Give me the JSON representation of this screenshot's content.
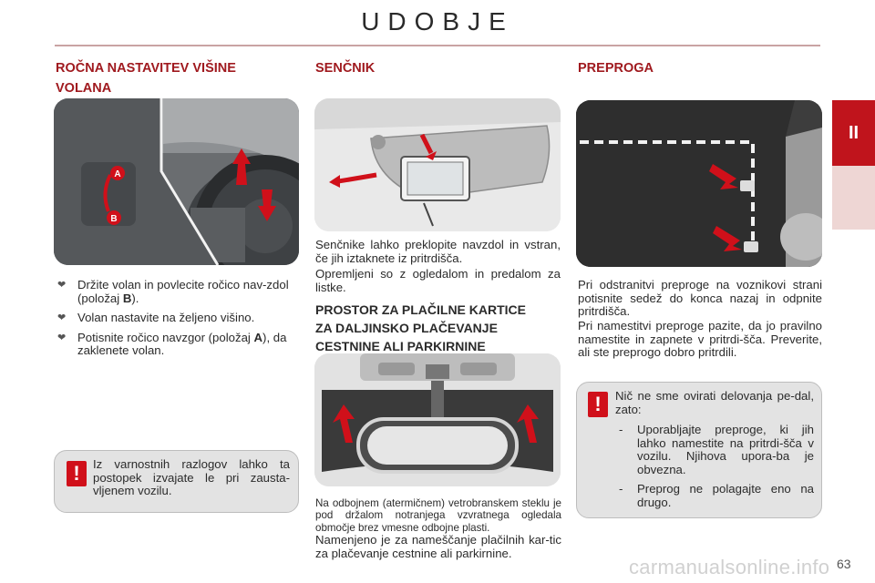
{
  "header": {
    "title": "UDOBJE",
    "chapter": "II",
    "page_number": "63"
  },
  "col1": {
    "heading_line1": "ROČNA NASTAVITEV VIŠINE",
    "heading_line2": "VOLANA",
    "marker_a": "A",
    "marker_b": "B",
    "bullets": [
      {
        "pre": "Držite volan in povlecite ročico nav-zdol (položaj ",
        "bold": "B",
        "post": ")."
      },
      {
        "pre": "Volan nastavite na željeno višino.",
        "bold": "",
        "post": ""
      },
      {
        "pre": "Potisnite ročico navzgor (položaj ",
        "bold": "A",
        "post": "), da zaklenete volan."
      }
    ],
    "warning": "Iz varnostnih razlogov lahko ta postopek izvajate le pri zausta-vljenem vozilu."
  },
  "col2": {
    "heading": "SENČNIK",
    "p1": "Senčnike lahko preklopite navzdol in vstran, če jih iztaknete iz pritrdišča.",
    "p2": "Opremljeni so z ogledalom in predalom za listke.",
    "sub_heading_line1": "PROSTOR ZA PLAČILNE KARTICE",
    "sub_heading_line2": "ZA DALJINSKO PLAČEVANJE",
    "sub_heading_line3": "CESTNINE ALI PARKIRNINE",
    "p3": "Na odbojnem (atermičnem) vetrobranskem steklu je pod držalom notranjega vzvratnega ogledala območje brez vmesne odbojne plasti.",
    "p4": "Namenjeno je za nameščanje plačilnih kar-tic za plačevanje cestnine ali parkirnine."
  },
  "col3": {
    "heading": "PREPROGA",
    "p1": "Pri odstranitvi preproge na voznikovi strani potisnite sedež do konca nazaj in odpnite pritrdišča.",
    "p2": "Pri namestitvi preproge pazite, da jo pravilno namestite in zapnete v pritrdi-šča. Preverite, ali ste preprogo dobro pritrdili.",
    "warning_intro": "Nič ne sme ovirati delovanja pe-dal, zato:",
    "warning_items": [
      "Uporabljajte preproge, ki jih lahko namestite na pritrdi-šča v vozilu. Njihova upora-ba je obvezna.",
      "Preprog ne polagajte eno na drugo."
    ]
  },
  "warning_badge": "!",
  "bullet_glyph": "❤",
  "dash_glyph": "-",
  "watermark": "carmanualsonline.info",
  "colors": {
    "accent": "#c0141c",
    "heading": "#a01a1f",
    "warn_bg": "#e3e3e3"
  }
}
